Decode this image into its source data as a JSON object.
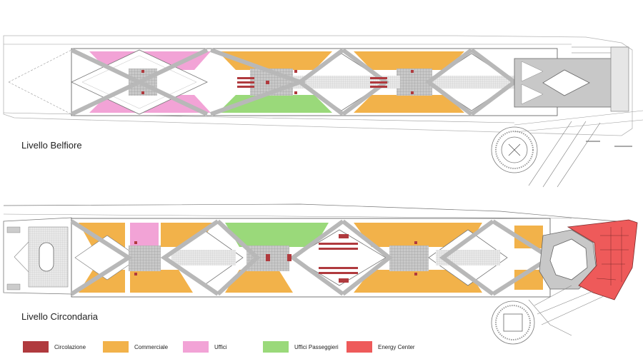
{
  "plans": [
    {
      "label": "Livello Belfiore"
    },
    {
      "label": "Livello Circondaria"
    }
  ],
  "legend": [
    {
      "label": "Circolazione",
      "color": "#b03a3e"
    },
    {
      "label": "Commerciale",
      "color": "#f2b24a"
    },
    {
      "label": "Uffici",
      "color": "#f2a3d6"
    },
    {
      "label": "Uffici Passeggieri",
      "color": "#9ad97a"
    },
    {
      "label": "Energy Center",
      "color": "#ee5a5a"
    }
  ],
  "colors": {
    "corridor": "#c4c4c4",
    "grid": "#9a9a9a",
    "outline": "#555555",
    "light_line": "#b5b5b5"
  }
}
